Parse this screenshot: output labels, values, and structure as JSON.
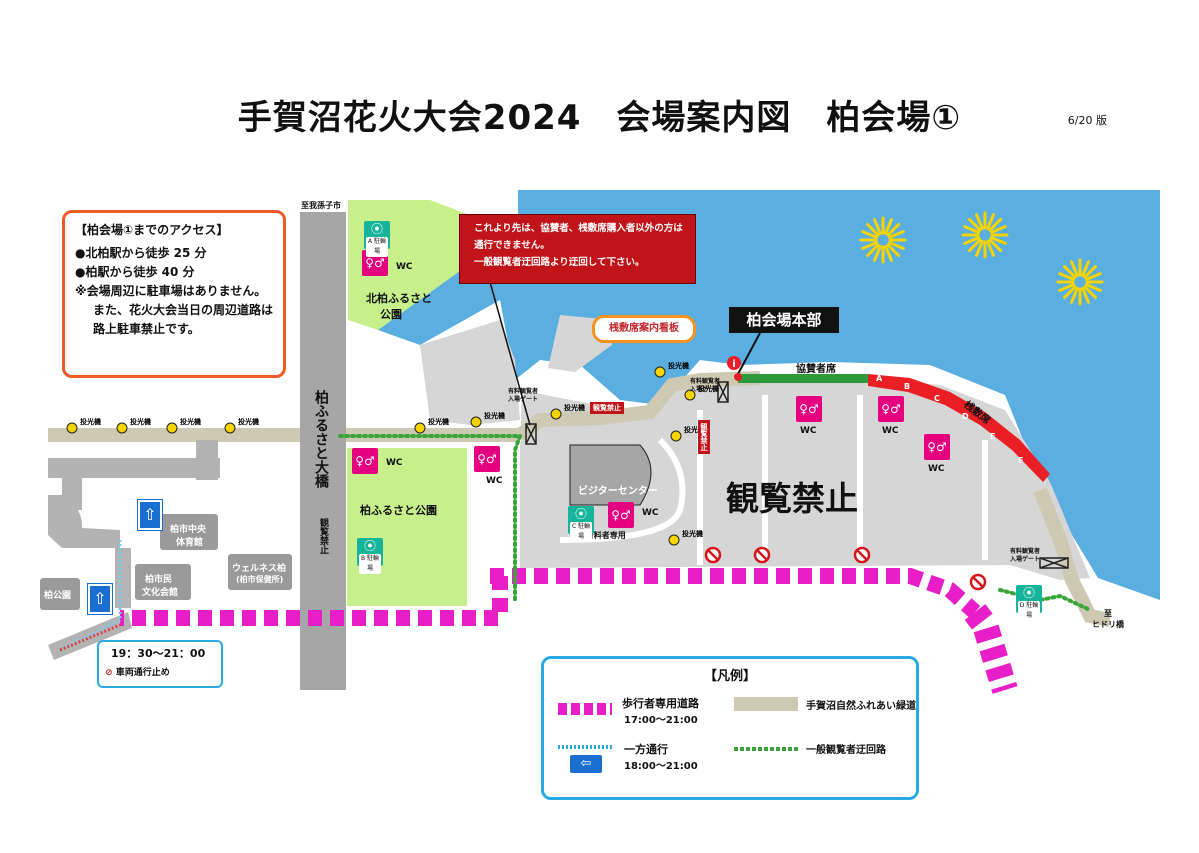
{
  "header": {
    "title": "手賀沼花火大会2024　会場案内図　柏会場①",
    "version": "6/20 版"
  },
  "access": {
    "title": "【柏会場①までのアクセス】",
    "line1": "●北柏駅から徒歩 25 分",
    "line2": "●柏駅から徒歩 40 分",
    "line3": "※会場周辺に駐車場はありません。",
    "line4": "また、花火大会当日の周辺道路は",
    "line5": "路上駐車禁止です。"
  },
  "warning": {
    "line1": "これより先は、協賛者、桟敷席購入者以外の方は",
    "line2": "通行できません。",
    "line3": "一般観覧者迂回路より迂回して下さい。"
  },
  "places": {
    "abiko_direction": "至我孫子市",
    "kitakashiwa_park_1": "北柏ふるさと",
    "kitakashiwa_park_2": "公園",
    "kashiwa_park_furusato": "柏ふるさと公園",
    "bridge": "柏ふるさと大橋",
    "bridge_no_view": "観覧禁止",
    "visitor_center": "ビジターセンター",
    "no_viewing": "観覧禁止",
    "gym_1": "柏市中央",
    "gym_2": "体育館",
    "hall_1": "柏市民",
    "hall_2": "文化会館",
    "wellness_1": "ウェルネス柏",
    "wellness_2": "(柏市保健所)",
    "kashiwa_park": "柏公園",
    "hidori_1": "至",
    "hidori_2": "ヒドリ橋",
    "hq": "柏会場本部",
    "sign": "桟敷席案内看板",
    "sponsor_seats": "協賛者席",
    "sajiki_seats": "桟敷席",
    "paid_only": "※有料者専用",
    "paid_gate_1": "有料観覧者",
    "paid_gate_2": "入場ゲート",
    "wc": "WC",
    "projector": "投光機",
    "no_view_small": "観覧禁止",
    "bike_label": "駐輪場"
  },
  "bike_parking": [
    "A",
    "B",
    "C",
    "D"
  ],
  "sajiki_blocks": [
    "A",
    "B",
    "C",
    "D",
    "E",
    "F"
  ],
  "closure": {
    "time": "19：30～21：00",
    "label": "車両通行止め"
  },
  "legend": {
    "title": "【凡例】",
    "ped_label": "歩行者専用道路",
    "ped_time": "17:00～21:00",
    "oneway_label": "一方通行",
    "oneway_time": "18:00～21:00",
    "greenway_label": "手賀沼自然ふれあい緑道",
    "detour_label": "一般観覧者迂回路"
  },
  "colors": {
    "water": "#5aaee0",
    "venue_gray": "#d6d6d6",
    "road_gray": "#a6a6a6",
    "greenway": "#cdc9b3",
    "park_green": "#c7f08c",
    "pedestrian": "#e81ec8",
    "detour": "#3aa53a",
    "sajiki_red": "#ea1f26",
    "sponsor_green": "#2f9a3c",
    "wc_pink": "#e5007f",
    "bike_teal": "#16b49a",
    "firework": "#f5d400"
  }
}
